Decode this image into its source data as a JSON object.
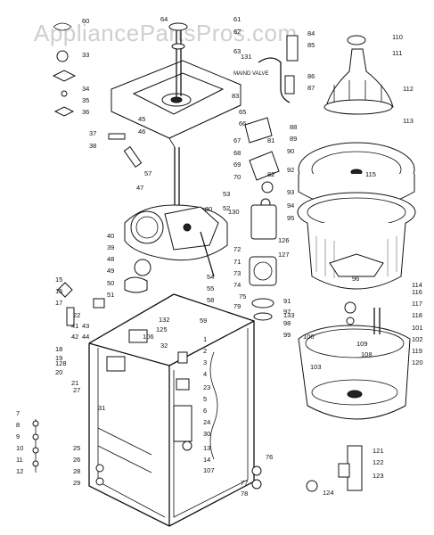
{
  "watermark": "AppliancePartsPros.com",
  "callouts": [
    {
      "id": "c1",
      "text": "64"
    },
    {
      "id": "c2",
      "text": "61"
    },
    {
      "id": "c3",
      "text": "62"
    },
    {
      "id": "c4",
      "text": "63"
    },
    {
      "id": "c5",
      "text": "60"
    },
    {
      "id": "c6",
      "text": "33"
    },
    {
      "id": "c7",
      "text": "34"
    },
    {
      "id": "c8",
      "text": "35"
    },
    {
      "id": "c9",
      "text": "36"
    },
    {
      "id": "c10",
      "text": "37"
    },
    {
      "id": "c11",
      "text": "38"
    },
    {
      "id": "c12",
      "text": "45"
    },
    {
      "id": "c13",
      "text": "46"
    },
    {
      "id": "c14",
      "text": "57"
    },
    {
      "id": "c15",
      "text": "47"
    },
    {
      "id": "c16",
      "text": "48"
    },
    {
      "id": "c17",
      "text": "49"
    },
    {
      "id": "c18",
      "text": "50"
    },
    {
      "id": "c19",
      "text": "51"
    },
    {
      "id": "c20",
      "text": "53"
    },
    {
      "id": "c21",
      "text": "52"
    },
    {
      "id": "c22",
      "text": "54"
    },
    {
      "id": "c23",
      "text": "55"
    },
    {
      "id": "c24",
      "text": "58"
    },
    {
      "id": "c25",
      "text": "59"
    },
    {
      "id": "c26",
      "text": "110"
    },
    {
      "id": "c27",
      "text": "111"
    },
    {
      "id": "c28",
      "text": "112"
    },
    {
      "id": "c29",
      "text": "113"
    },
    {
      "id": "c30",
      "text": "115"
    },
    {
      "id": "c31",
      "text": "116"
    },
    {
      "id": "c32",
      "text": "117"
    },
    {
      "id": "c33",
      "text": "84"
    },
    {
      "id": "c34",
      "text": "85"
    },
    {
      "id": "c35",
      "text": "86"
    },
    {
      "id": "c36",
      "text": "87"
    },
    {
      "id": "c37",
      "text": "88"
    },
    {
      "id": "c38",
      "text": "89"
    },
    {
      "id": "c39",
      "text": "90"
    },
    {
      "id": "c40",
      "text": "91"
    },
    {
      "id": "c41",
      "text": "92"
    },
    {
      "id": "c42",
      "text": "93"
    },
    {
      "id": "c43",
      "text": "94"
    },
    {
      "id": "c44",
      "text": "95"
    },
    {
      "id": "c45",
      "text": "96"
    },
    {
      "id": "c46",
      "text": "97"
    },
    {
      "id": "c47",
      "text": "98"
    },
    {
      "id": "c48",
      "text": "99"
    },
    {
      "id": "c49",
      "text": "100"
    },
    {
      "id": "c50",
      "text": "101"
    },
    {
      "id": "c51",
      "text": "102"
    },
    {
      "id": "c52",
      "text": "103"
    },
    {
      "id": "c53",
      "text": "109"
    },
    {
      "id": "c54",
      "text": "118"
    },
    {
      "id": "c55",
      "text": "119"
    },
    {
      "id": "c56",
      "text": "120"
    },
    {
      "id": "c57",
      "text": "121"
    },
    {
      "id": "c58",
      "text": "122"
    },
    {
      "id": "c59",
      "text": "123"
    },
    {
      "id": "c60",
      "text": "124"
    },
    {
      "id": "c61",
      "text": "125"
    },
    {
      "id": "c62",
      "text": "126"
    },
    {
      "id": "c63",
      "text": "127"
    },
    {
      "id": "c64",
      "text": "128"
    },
    {
      "id": "c65",
      "text": "130"
    },
    {
      "id": "c66",
      "text": "131"
    },
    {
      "id": "c67",
      "text": "132"
    },
    {
      "id": "c68",
      "text": "133"
    },
    {
      "id": "c69",
      "text": "65"
    },
    {
      "id": "c70",
      "text": "66"
    },
    {
      "id": "c71",
      "text": "67"
    },
    {
      "id": "c72",
      "text": "68"
    },
    {
      "id": "c73",
      "text": "69"
    },
    {
      "id": "c74",
      "text": "70"
    },
    {
      "id": "c75",
      "text": "71"
    },
    {
      "id": "c76",
      "text": "72"
    },
    {
      "id": "c77",
      "text": "73"
    },
    {
      "id": "c78",
      "text": "74"
    },
    {
      "id": "c79",
      "text": "75"
    },
    {
      "id": "c80",
      "text": "76"
    },
    {
      "id": "c81",
      "text": "77"
    },
    {
      "id": "c82",
      "text": "78"
    },
    {
      "id": "c83",
      "text": "79"
    },
    {
      "id": "c84",
      "text": "80"
    },
    {
      "id": "c85",
      "text": "81"
    },
    {
      "id": "c86",
      "text": "82"
    },
    {
      "id": "c87",
      "text": "83"
    },
    {
      "id": "c88",
      "text": "1"
    },
    {
      "id": "c89",
      "text": "2"
    },
    {
      "id": "c90",
      "text": "3"
    },
    {
      "id": "c91",
      "text": "4"
    },
    {
      "id": "c92",
      "text": "5"
    },
    {
      "id": "c93",
      "text": "6"
    },
    {
      "id": "c94",
      "text": "7"
    },
    {
      "id": "c95",
      "text": "8"
    },
    {
      "id": "c96",
      "text": "9"
    },
    {
      "id": "c97",
      "text": "10"
    },
    {
      "id": "c98",
      "text": "11"
    },
    {
      "id": "c99",
      "text": "12"
    },
    {
      "id": "c100",
      "text": "13"
    },
    {
      "id": "c101",
      "text": "14"
    },
    {
      "id": "c102",
      "text": "15"
    },
    {
      "id": "c103",
      "text": "16"
    },
    {
      "id": "c104",
      "text": "17"
    },
    {
      "id": "c105",
      "text": "18"
    },
    {
      "id": "c106",
      "text": "19"
    },
    {
      "id": "c107",
      "text": "20"
    },
    {
      "id": "c108",
      "text": "21"
    },
    {
      "id": "c109",
      "text": "22"
    },
    {
      "id": "c110",
      "text": "23"
    },
    {
      "id": "c111",
      "text": "24"
    },
    {
      "id": "c112",
      "text": "25"
    },
    {
      "id": "c113",
      "text": "26"
    },
    {
      "id": "c114",
      "text": "27"
    },
    {
      "id": "c115",
      "text": "28"
    },
    {
      "id": "c116",
      "text": "29"
    },
    {
      "id": "c117",
      "text": "30"
    },
    {
      "id": "c118",
      "text": "31"
    },
    {
      "id": "c119",
      "text": "32"
    },
    {
      "id": "c120",
      "text": "39"
    },
    {
      "id": "c121",
      "text": "40"
    },
    {
      "id": "c122",
      "text": "41"
    },
    {
      "id": "c123",
      "text": "42"
    },
    {
      "id": "c124",
      "text": "43"
    },
    {
      "id": "c125",
      "text": "44"
    },
    {
      "id": "c126",
      "text": "106"
    },
    {
      "id": "c127",
      "text": "107"
    },
    {
      "id": "c128",
      "text": "108"
    },
    {
      "id": "c129",
      "text": "114"
    }
  ],
  "valve_label": "MAIND VALVE"
}
